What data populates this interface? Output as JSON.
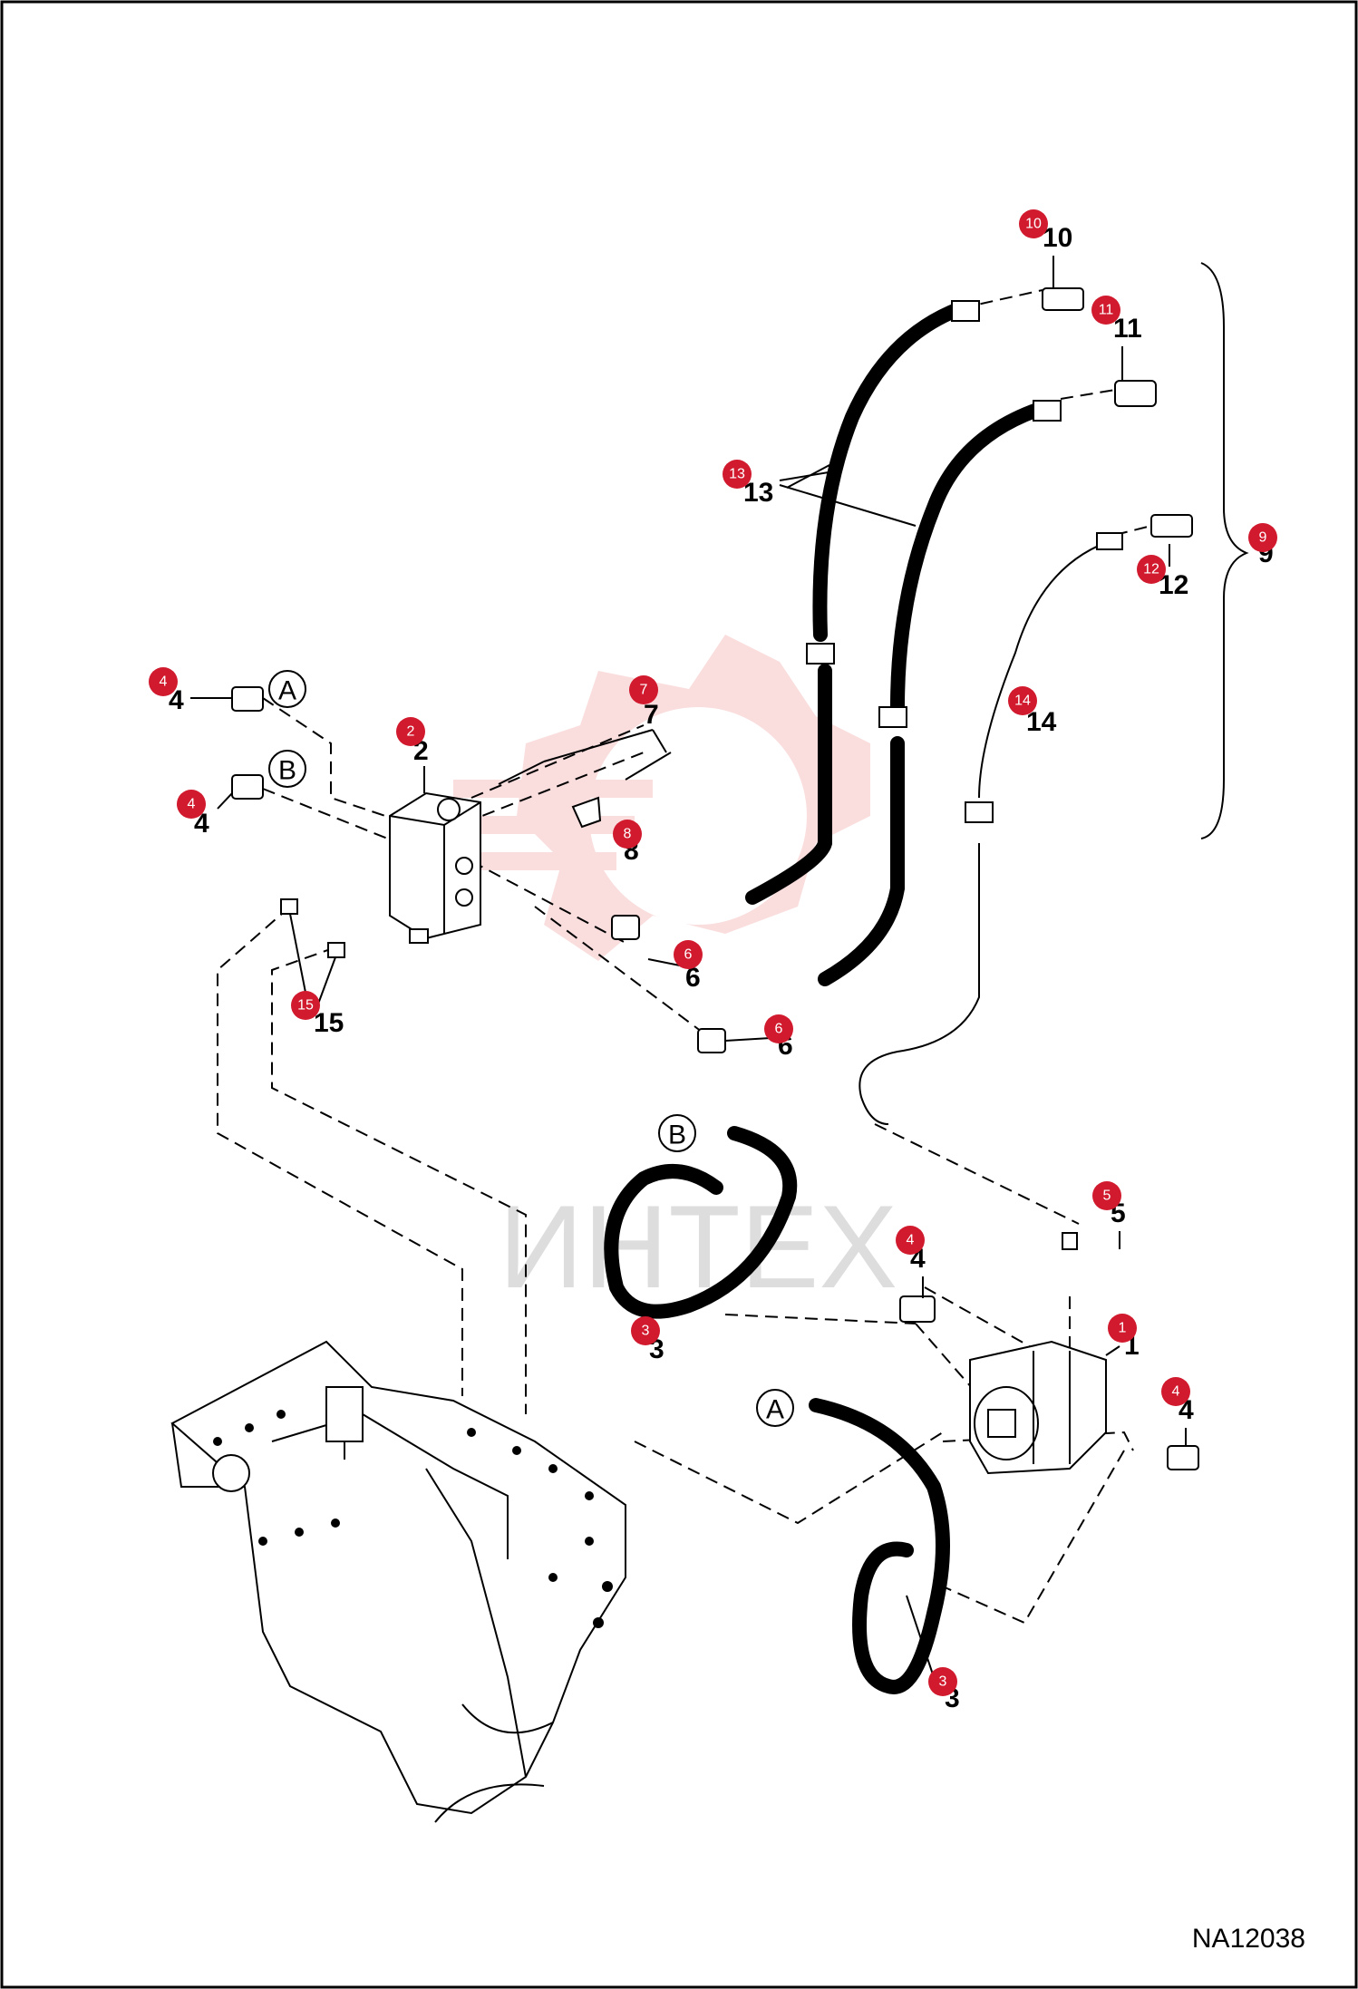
{
  "figure_id": "NA12038",
  "watermark": "ИНТЕХ",
  "ref_letters": {
    "a": "A",
    "b": "B"
  },
  "callouts": [
    "1",
    "2",
    "3",
    "4",
    "5",
    "6",
    "7",
    "8",
    "9",
    "10",
    "11",
    "12",
    "13",
    "14",
    "15"
  ],
  "colors": {
    "badge": "#d11a2e",
    "line": "#000000",
    "watermark_gear": "#f2a0a0"
  }
}
